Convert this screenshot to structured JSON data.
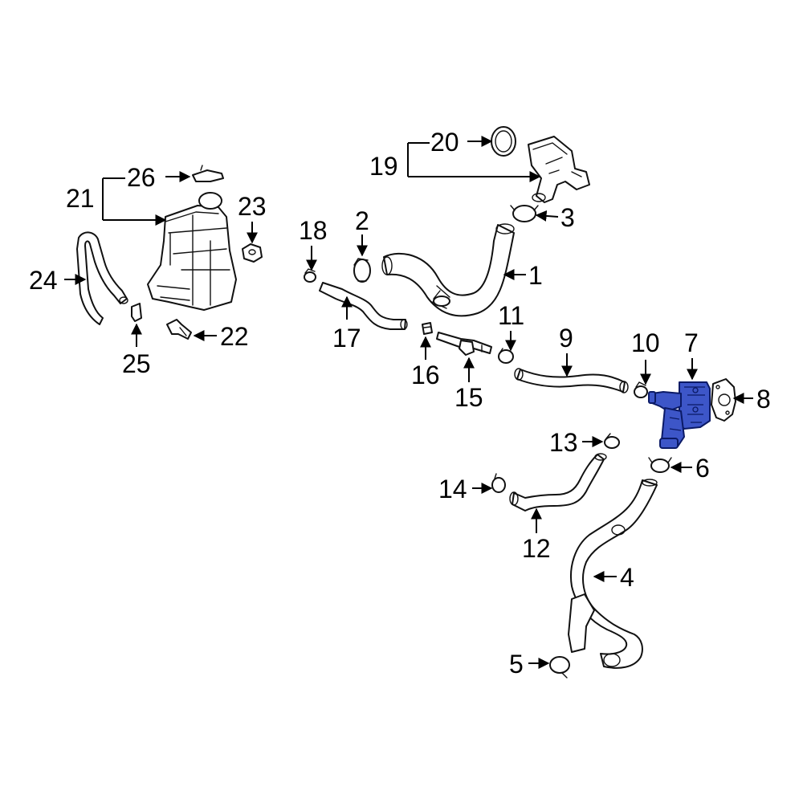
{
  "highlight_color": "#3d56c8",
  "callouts": {
    "c1": "1",
    "c2": "2",
    "c3": "3",
    "c4": "4",
    "c5": "5",
    "c6": "6",
    "c7": "7",
    "c8": "8",
    "c9": "9",
    "c10": "10",
    "c11": "11",
    "c12": "12",
    "c13": "13",
    "c14": "14",
    "c15": "15",
    "c16": "16",
    "c17": "17",
    "c18": "18",
    "c19": "19",
    "c20": "20",
    "c21": "21",
    "c22": "22",
    "c23": "23",
    "c24": "24",
    "c25": "25",
    "c26": "26"
  },
  "highlighted_part": "7"
}
